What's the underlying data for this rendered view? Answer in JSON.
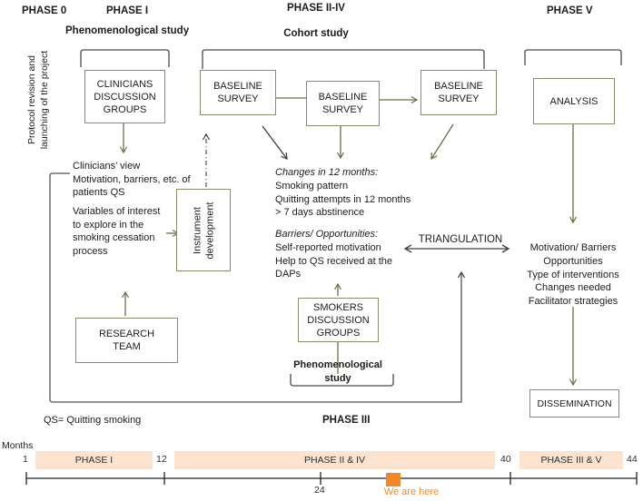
{
  "header": {
    "phase0": "PHASE 0",
    "phase1": "PHASE I",
    "phase2_4": "PHASE II-IV",
    "phase5": "PHASE V",
    "phenomenological_study": "Phenomenological study",
    "cohort_study": "Cohort study"
  },
  "left_axis_label": "Protocol revision and\nlaunching of the project",
  "boxes": {
    "clinicians": "CLINICIANS\nDISCUSSION\nGROUPS",
    "baseline1": "BASELINE\nSURVEY",
    "baseline2": "BASELINE\nSURVEY",
    "baseline3": "BASELINE\nSURVEY",
    "analysis": "ANALYSIS",
    "instrument": "Instrument\ndevelopment",
    "research_team": "RESEARCH\nTEAM",
    "smokers": "SMOKERS\nDISCUSSION\nGROUPS",
    "dissemination": "DISSEMINATION"
  },
  "texts": {
    "clinicians_view": "Clinicians’ view\nMotivation, barriers, etc. of\npatients QS",
    "variables": "Variables of interest\nto explore in the\nsmoking cessation\nprocess",
    "changes_title": "Changes in 12 months:",
    "changes_body": "Smoking pattern\nQuitting attempts in 12 months\n> 7 days abstinence",
    "barriers_title": "Barriers/ Opportunities:",
    "barriers_body": "Self-reported motivation\nHelp to QS received at the\nDAPs",
    "triangulation": "TRIANGULATION",
    "outcomes": "Motivation/ Barriers\nOpportunities\nType of interventions\nChanges needed\nFacilitator strategies",
    "phenomenological_study2": "Phenomenological\nstudy",
    "qs_note": "QS= Quitting smoking",
    "phase3": "PHASE III"
  },
  "timeline": {
    "axis_label": "Months",
    "ticks": [
      "1",
      "12",
      "24",
      "40",
      "44"
    ],
    "bands": [
      {
        "label": "PHASE I"
      },
      {
        "label": "PHASE II & IV"
      },
      {
        "label": "PHASE III & V"
      }
    ],
    "marker_label": "We are here"
  },
  "colors": {
    "band": "#fbe3d0",
    "marker_orange": "#f0882a",
    "olive_line": "#6f6a4c",
    "dark_line": "#3f3e38",
    "box_border": "#8f8a6b"
  }
}
